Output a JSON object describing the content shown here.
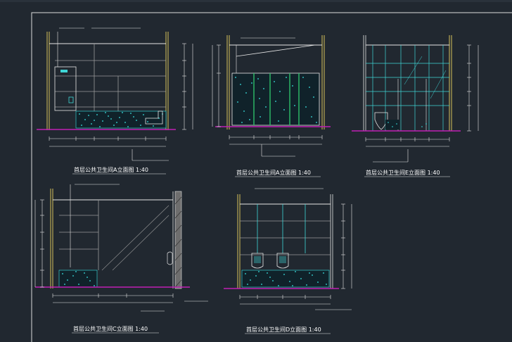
{
  "colors": {
    "background": "#212830",
    "frame": "#dcdcdc",
    "line_white": "#e6e6e6",
    "glass_cyan": "#3fd6d6",
    "tile_cyan": "#39e6e6",
    "column_yellow": "#d8c25a",
    "floor_magenta": "#c01fb4",
    "partition_green": "#2fbf6a",
    "hatch_gray": "#9a9a9a"
  },
  "drawings": [
    {
      "caption": "首层公共卫生间A立面图  1:40"
    },
    {
      "caption": "首层公共卫生间A立面图  1:40"
    },
    {
      "caption": "首层公共卫生间E立面图  1:40"
    },
    {
      "caption": "首层公共卫生间C立面图  1:40"
    },
    {
      "caption": "首层公共卫生间D立面图  1:40"
    }
  ]
}
